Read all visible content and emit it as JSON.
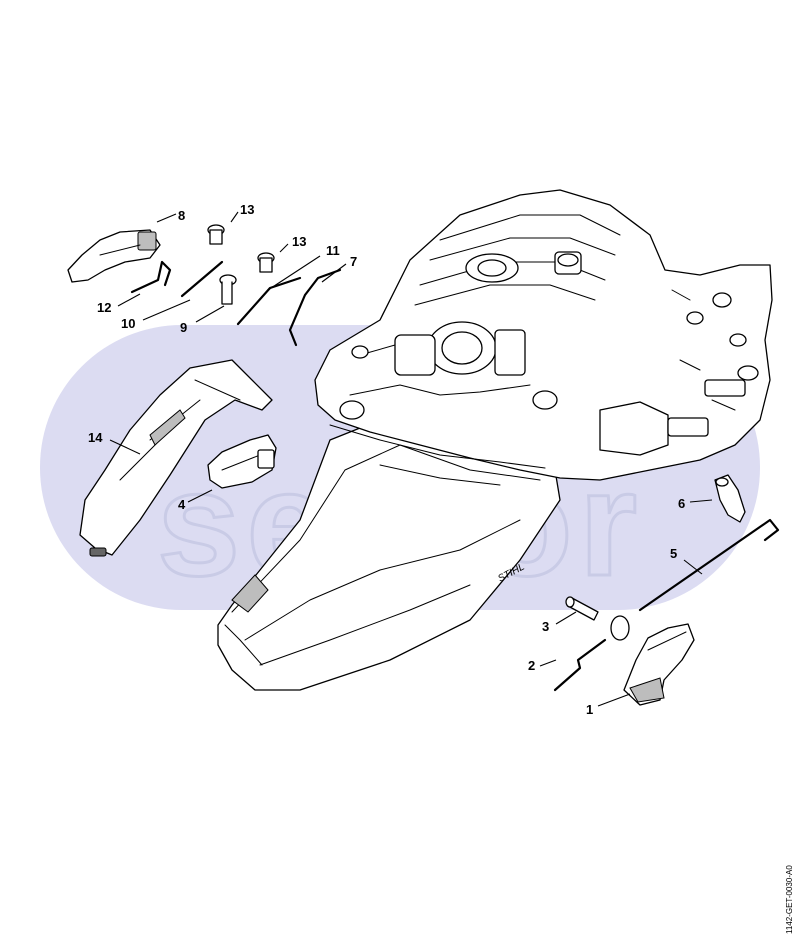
{
  "watermark": {
    "text": "sektor",
    "background_color": "#dcdcf2",
    "outline_color": "#c9cbe6"
  },
  "drawing_code": "1142-GET-0030-A0",
  "brand_mark": "STIHL",
  "callouts": [
    {
      "id": "c1",
      "label": "1"
    },
    {
      "id": "c2",
      "label": "2"
    },
    {
      "id": "c3",
      "label": "3"
    },
    {
      "id": "c4",
      "label": "4"
    },
    {
      "id": "c5",
      "label": "5"
    },
    {
      "id": "c6",
      "label": "6"
    },
    {
      "id": "c7",
      "label": "7"
    },
    {
      "id": "c8",
      "label": "8"
    },
    {
      "id": "c9",
      "label": "9"
    },
    {
      "id": "c10",
      "label": "10"
    },
    {
      "id": "c11",
      "label": "11"
    },
    {
      "id": "c12",
      "label": "12"
    },
    {
      "id": "c13a",
      "label": "13"
    },
    {
      "id": "c13b",
      "label": "13"
    },
    {
      "id": "c14",
      "label": "14"
    }
  ]
}
